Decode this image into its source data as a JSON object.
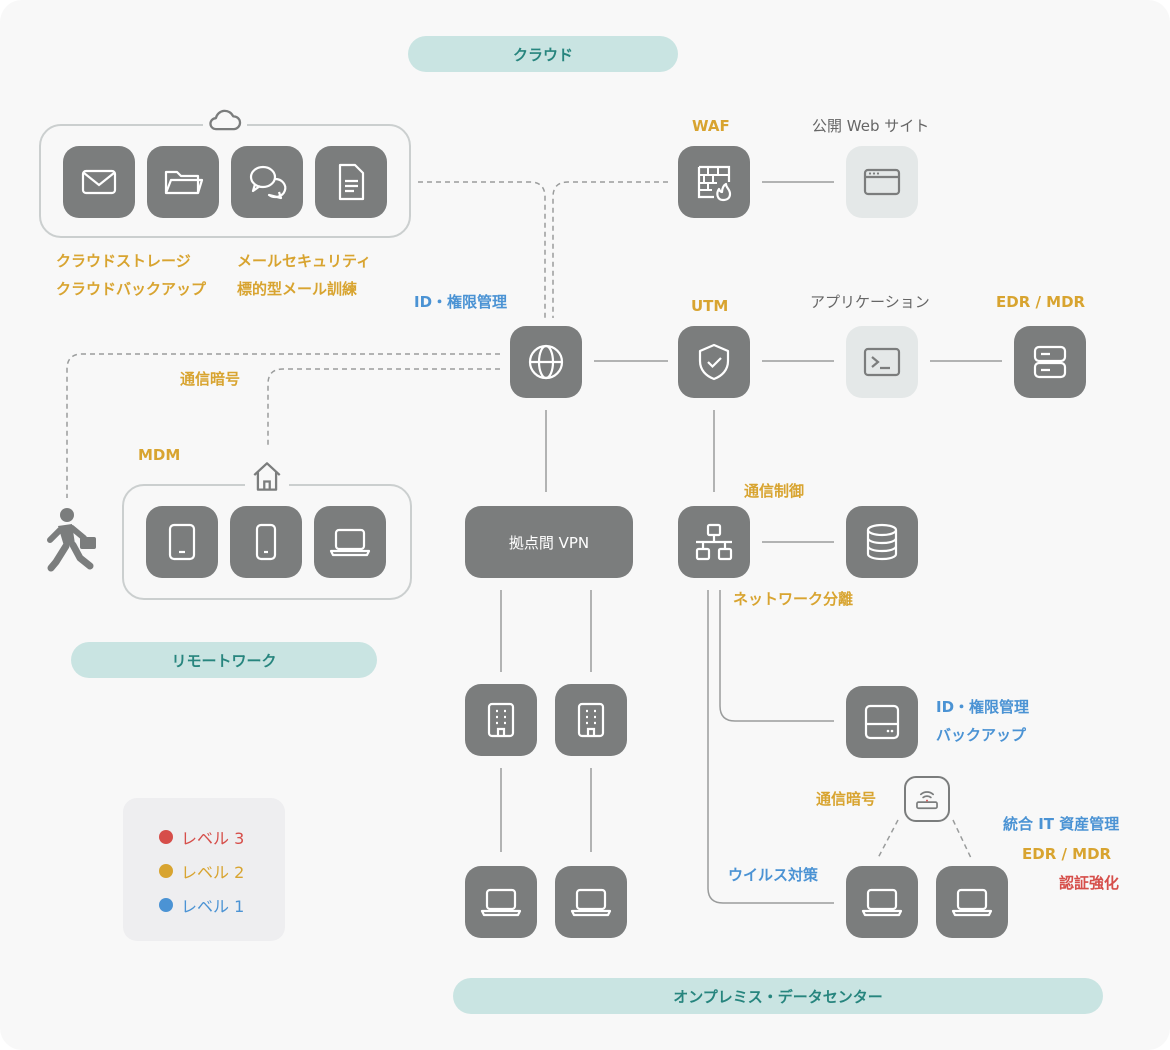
{
  "sections": {
    "cloud": "クラウド",
    "remote_work": "リモートワーク",
    "onpremise": "オンプレミス・データセンター"
  },
  "labels": {
    "cloud_storage": "クラウドストレージ",
    "cloud_backup": "クラウドバックアップ",
    "mail_security": "メールセキュリティ",
    "targeted_mail": "標的型メール訓練",
    "waf": "WAF",
    "public_website": "公開 Web サイト",
    "id_access_top": "ID・権限管理",
    "utm": "UTM",
    "application": "アプリケーション",
    "edr_mdr_top": "EDR / MDR",
    "encryption_remote": "通信暗号",
    "mdm": "MDM",
    "comm_control": "通信制御",
    "network_segmentation": "ネットワーク分離",
    "id_access_right": "ID・権限管理",
    "backup_right": "バックアップ",
    "encryption_lower": "通信暗号",
    "it_asset": "統合 IT 資産管理",
    "edr_mdr_bottom": "EDR / MDR",
    "auth_strengthen": "認証強化",
    "antivirus": "ウイルス対策",
    "vpn": "拠点間 VPN"
  },
  "legend": [
    {
      "label": "レベル 3",
      "color": "#d64e4a"
    },
    {
      "label": "レベル 2",
      "color": "#d8a430"
    },
    {
      "label": "レベル 1",
      "color": "#4b93d4"
    }
  ],
  "colors": {
    "level3": "#d64e4a",
    "level2": "#d8a430",
    "level1": "#4b93d4",
    "section_pill": "#c9e4e2",
    "node": "#7b7d7d"
  }
}
